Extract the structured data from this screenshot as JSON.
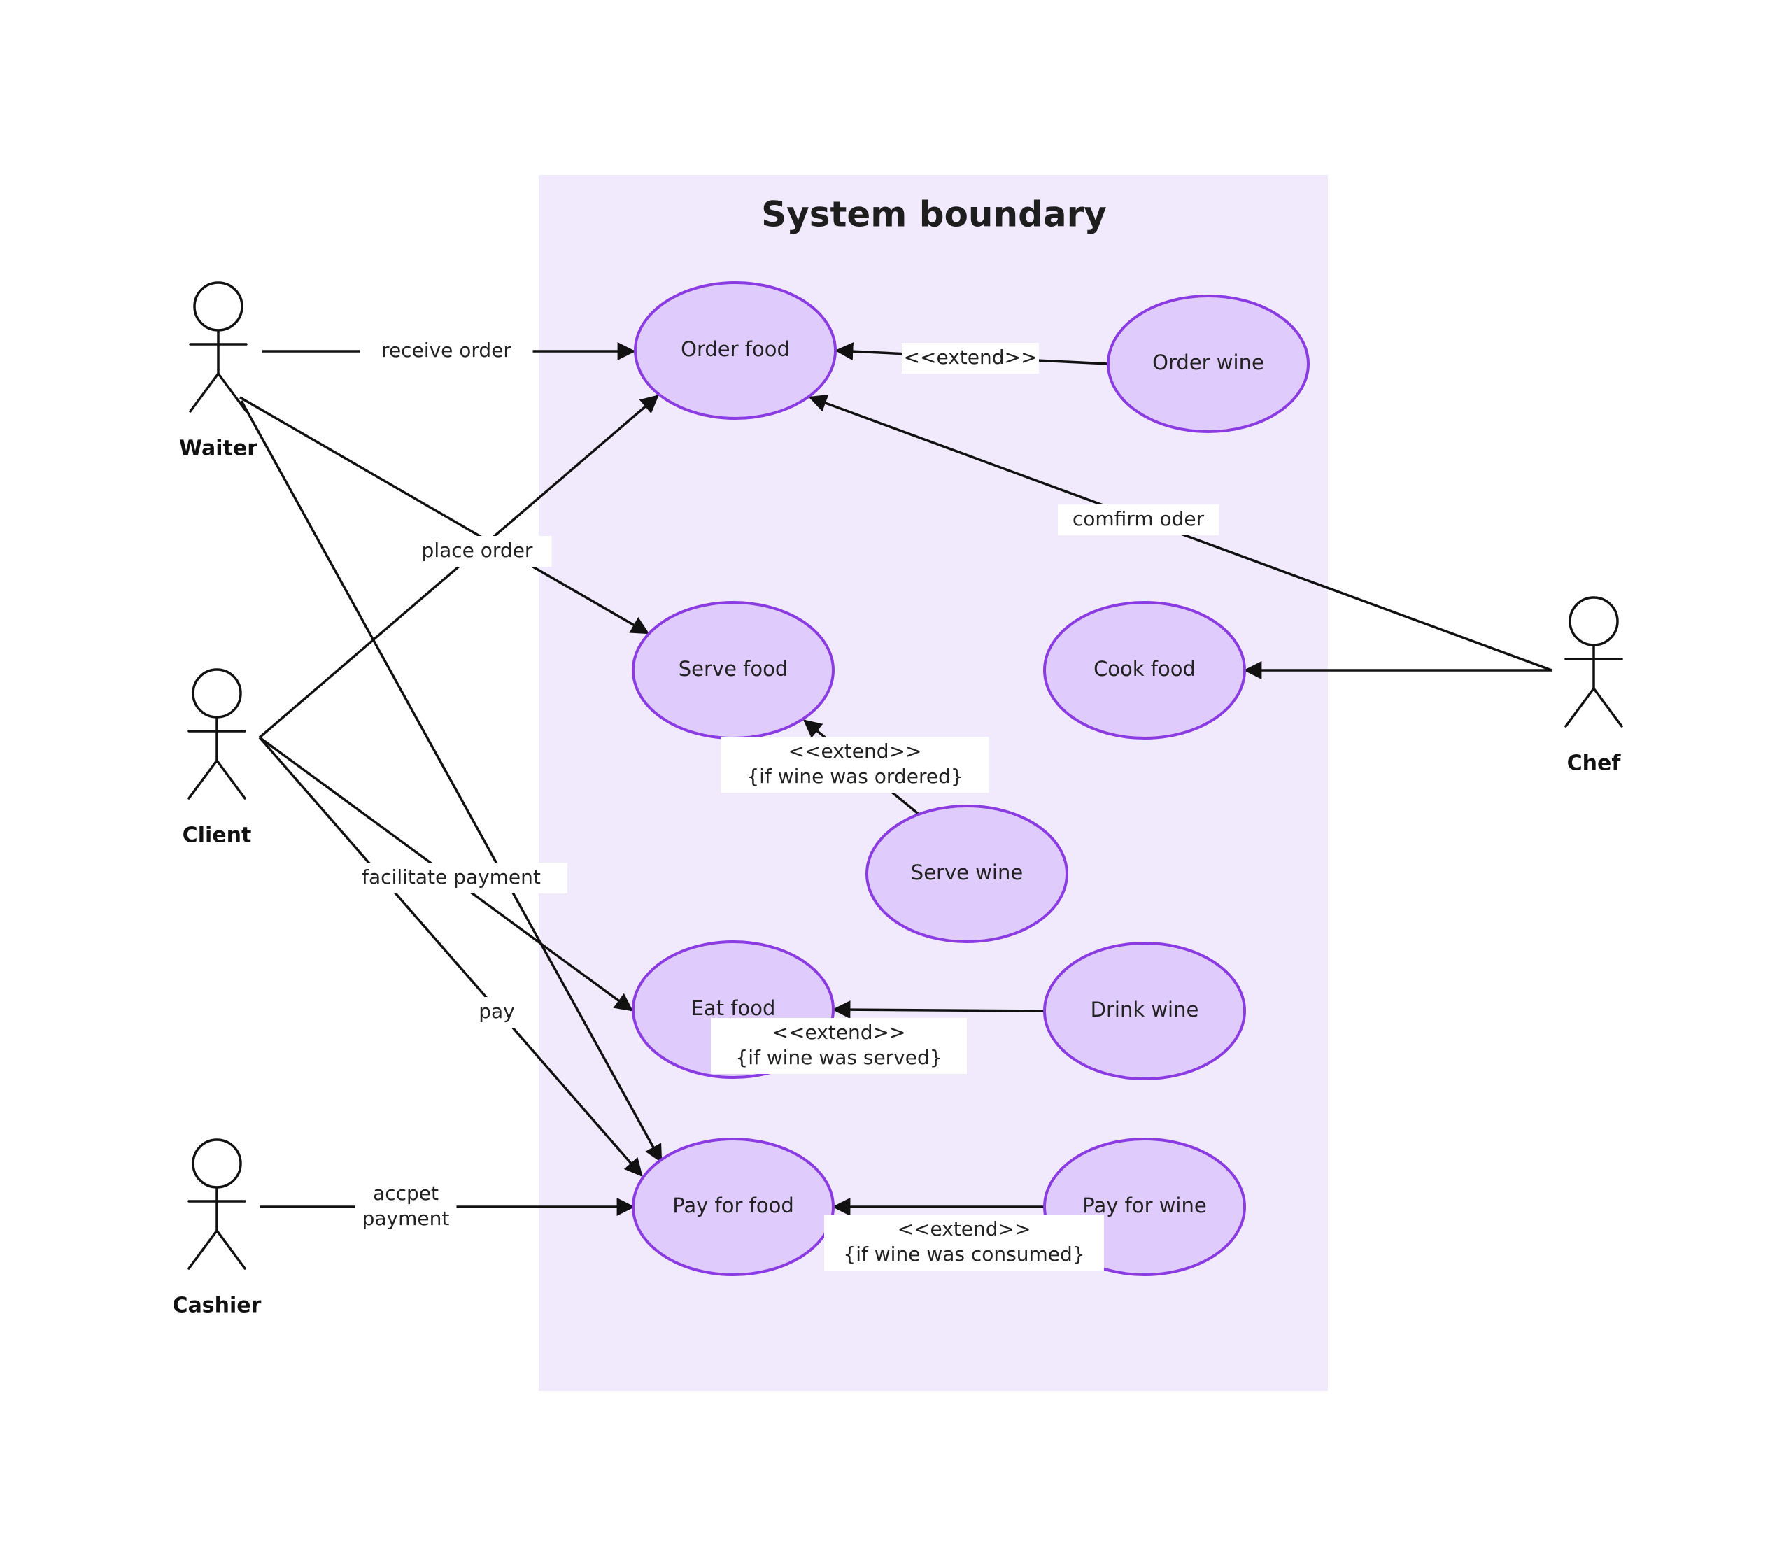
{
  "boundary": {
    "title": "System boundary",
    "fill": "#f1eafd"
  },
  "colors": {
    "usecase_fill": "#dfcbfc",
    "usecase_stroke": "#8a3be1",
    "line": "#111111"
  },
  "actors": [
    {
      "id": "waiter",
      "label": "Waiter"
    },
    {
      "id": "client",
      "label": "Client"
    },
    {
      "id": "cashier",
      "label": "Cashier"
    },
    {
      "id": "chef",
      "label": "Chef"
    }
  ],
  "use_cases": [
    {
      "id": "order-food",
      "label": "Order food"
    },
    {
      "id": "order-wine",
      "label": "Order wine"
    },
    {
      "id": "serve-food",
      "label": "Serve food"
    },
    {
      "id": "cook-food",
      "label": "Cook food"
    },
    {
      "id": "serve-wine",
      "label": "Serve wine"
    },
    {
      "id": "eat-food",
      "label": "Eat food"
    },
    {
      "id": "drink-wine",
      "label": "Drink wine"
    },
    {
      "id": "pay-for-food",
      "label": "Pay for food"
    },
    {
      "id": "pay-for-wine",
      "label": "Pay for wine"
    }
  ],
  "connections": [
    {
      "id": "receive-order",
      "from": "waiter",
      "to": "order-food",
      "label": [
        "receive order"
      ]
    },
    {
      "id": "extend-order-wine",
      "from": "order-wine",
      "to": "order-food",
      "label": [
        "<<extend>>"
      ]
    },
    {
      "id": "comfirm-oder",
      "from": "chef",
      "to": "order-food",
      "label": [
        "comfirm oder"
      ]
    },
    {
      "id": "place-order",
      "from": "client",
      "to": "order-food",
      "label": [
        "place order"
      ]
    },
    {
      "id": "waiter-serve-food",
      "from": "waiter",
      "to": "serve-food",
      "label": []
    },
    {
      "id": "waiter-pay-for-food",
      "from": "waiter",
      "to": "pay-for-food",
      "label": []
    },
    {
      "id": "chef-cook-food",
      "from": "chef",
      "to": "cook-food",
      "label": []
    },
    {
      "id": "extend-serve-wine",
      "from": "serve-wine",
      "to": "serve-food",
      "label": [
        "<<extend>>",
        "{if wine was ordered}"
      ]
    },
    {
      "id": "facilitate-payment",
      "from": "client",
      "to": "eat-food",
      "label": [
        "facilitate payment"
      ]
    },
    {
      "id": "pay",
      "from": "client",
      "to": "pay-for-food",
      "label": [
        "pay"
      ]
    },
    {
      "id": "extend-drink-wine",
      "from": "drink-wine",
      "to": "eat-food",
      "label": [
        "<<extend>>",
        "{if wine was served}"
      ]
    },
    {
      "id": "accpet-payment",
      "from": "cashier",
      "to": "pay-for-food",
      "label": [
        "accpet",
        "payment"
      ]
    },
    {
      "id": "extend-pay-for-wine",
      "from": "pay-for-wine",
      "to": "pay-for-food",
      "label": [
        "<<extend>>",
        "{if wine was consumed}"
      ]
    }
  ]
}
